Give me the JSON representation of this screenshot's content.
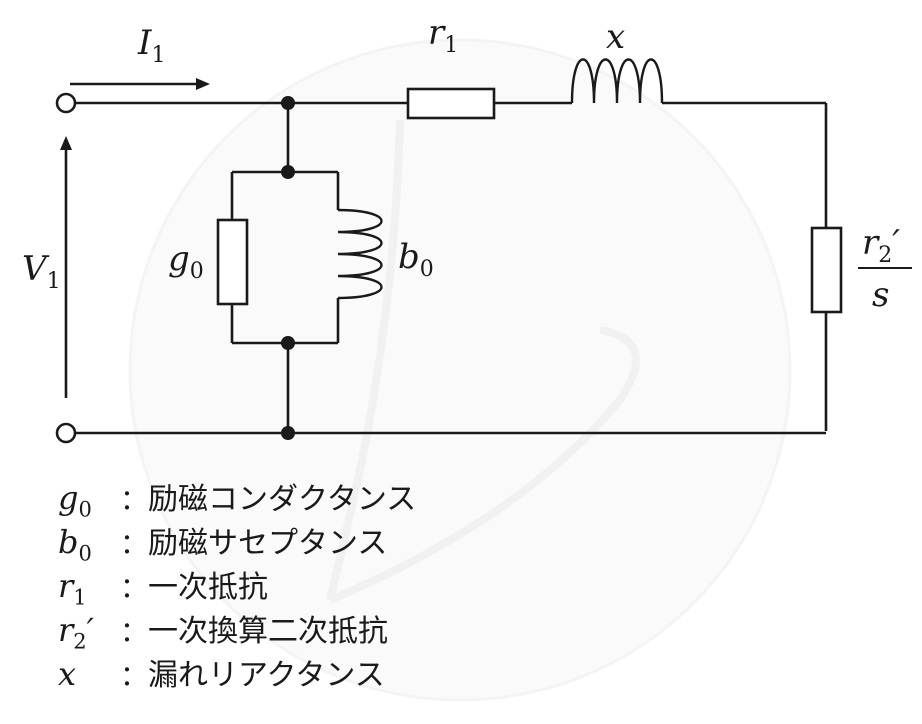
{
  "diagram": {
    "labels": {
      "I1": {
        "base": "I",
        "sub": "1"
      },
      "V1": {
        "base": "V",
        "sub": "1"
      },
      "r1": {
        "base": "r",
        "sub": "1"
      },
      "x": {
        "base": "x"
      },
      "g0": {
        "base": "g",
        "sub": "0"
      },
      "b0": {
        "base": "b",
        "sub": "0"
      },
      "r2s_num": {
        "base": "r",
        "sub": "2",
        "prime": "′"
      },
      "r2s_den": "s"
    }
  },
  "legend": [
    {
      "sym": "g",
      "sub": "0",
      "prime": "",
      "colon": "：",
      "text": "励磁コンダクタンス"
    },
    {
      "sym": "b",
      "sub": "0",
      "prime": "",
      "colon": "：",
      "text": "励磁サセプタンス"
    },
    {
      "sym": "r",
      "sub": "1",
      "prime": "",
      "colon": "：",
      "text": "一次抵抗"
    },
    {
      "sym": "r",
      "sub": "2",
      "prime": "′",
      "colon": "：",
      "text": "一次換算二次抵抗"
    },
    {
      "sym": "x",
      "sub": "",
      "prime": "",
      "colon": "：",
      "text": "漏れリアクタンス"
    }
  ],
  "colors": {
    "ink": "#1a1a1a",
    "watermark": "#e8e8e8"
  }
}
